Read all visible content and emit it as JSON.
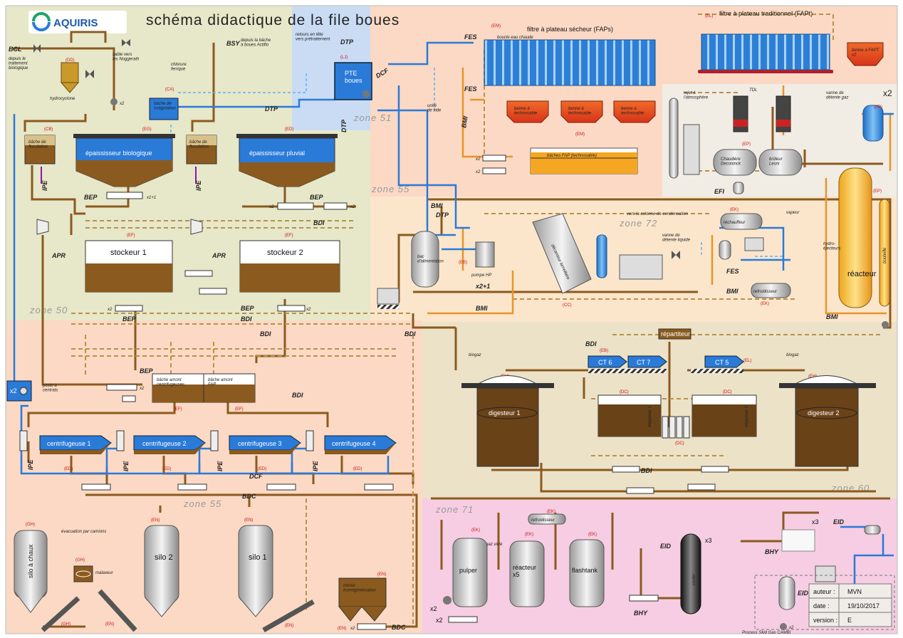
{
  "header": {
    "logo_text": "AQUIRIS",
    "title": "schéma didactique de la file boues"
  },
  "zones": {
    "z51": "zone 51",
    "z55a": "zone 55",
    "z50": "zone 50",
    "z72": "zone 72",
    "z60": "zone 60",
    "z55b": "zone 55",
    "z71": "zone 71"
  },
  "equipment": {
    "pte_boues": "PTE\nboues",
    "bache_coag": "bâche de\ncoagulation",
    "bache_floc1": "bâche de\nfloculation",
    "bache_floc2": "bâche de\nfloculation",
    "epais_bio": "épaississeur biologique",
    "epais_pluv": "épaississeur pluvial",
    "stockeur1": "stockeur 1",
    "stockeur2": "stockeur 2",
    "bac_alim": "bac\nd'alimentation",
    "pompe_hp": "pompe HP",
    "decanteur": "décanteur lamellaire",
    "fap_title": "filtre à plateau sécheur (FAPs)",
    "fapt_title": "filtre à plateau traditionnel (FAPt)",
    "benne1": "benne à\ntechnosable",
    "benne2": "benne à\ntechnosable",
    "benne3": "benne à\ntechnosable",
    "benne_fapt": "benne à FAPT\nx2",
    "baches_fap": "bâches FAP (technosable)",
    "chaudiere": "Chaudière\nDeconinck",
    "bruleur": "brûleur\nLesni",
    "reacteur": "réacteur",
    "rechauffeur": "réchauffeur",
    "refroidisseur": "refroidisseur",
    "bouteille": "bouteille",
    "hydro_ejecteurs": "hydro-\néjecteurs",
    "repartiteur": "répartiteur",
    "digesteur1": "digesteur 1",
    "digesteur2": "digesteur 2",
    "degazeur1": "dégazeur 1",
    "degazeur2": "dégazeur 2",
    "ct6": "CT 6",
    "ct7": "CT 7",
    "ct5": "CT 5",
    "bache_amont_cent": "bâche amont\ncentrifugeuses",
    "bache_amont_fap": "bâche amont\nFAP",
    "centri1": "centrifugeuse 1",
    "centri2": "centrifugeuse 2",
    "centri3": "centrifugeuse 3",
    "centri4": "centrifugeuse 4",
    "silo_chaux": "silo à chaux",
    "malaxeur": "malaxeur",
    "silo2": "silo 2",
    "silo1": "silo 1",
    "tremie": "trémie\nhomogénéisation",
    "pulper": "pulper",
    "reacteur_x5": "réacteur\nx5",
    "flashtank": "flashtank",
    "cooler": "cooler",
    "refroidisseur_k": "refroidisseur",
    "poste_centrats": "poste à\ncentrats",
    "hydrocyclone": "hydrocyclone"
  },
  "labels": {
    "bcl": "BCL",
    "bcl_desc": "depuis le\ntraitement\nbiologique",
    "sable": "sable vers\nles Noggerath",
    "chlorure": "chlorure\nferrique",
    "bsy": "BSY",
    "bsy_desc": "depuis la bâche\nà boues Actiflo",
    "retours": "retours en tête\nvers prétraitement",
    "dtp": "DTP",
    "dcf": "DCF",
    "fes": "FES",
    "bmi": "BMI",
    "bep": "BEP",
    "bdi": "BDI",
    "apr": "APR",
    "ipe": "IPE",
    "bdc": "BDC",
    "bhy": "BHY",
    "eid": "EID",
    "efi": "EFI",
    "unite_vide": "unité\nde vide",
    "rejet_atm": "rejet à\nl'atmosphère",
    "tdl": "TDL",
    "vanne_detente": "vanne de\ndétente liquide",
    "vanne_gaz": "vanne de\ndétente gaz",
    "vapeur": "vapeur",
    "biogaz": "biogaz",
    "evac_camions": "évacuation par camions",
    "gaz_vicie": "gaz vicié",
    "vers_colonne": "vers la colonne de condensation",
    "x2": "x2",
    "x3": "x3",
    "x2plus1": "x2+1",
    "x1plus1": "x1+1",
    "boucle": "boucle eau chaude"
  },
  "tags": {
    "dd": "(DD)",
    "ca": "(CA)",
    "cb": "(CB)",
    "eg": "(EG)",
    "ed": "(ED)",
    "lj": "(LJ)",
    "em": "(EM)",
    "el": "(EL)",
    "ep": "(EP)",
    "ef": "(EF)",
    "eb": "(EB)",
    "cc": "(CC)",
    "ek": "(EK)",
    "eh": "(EH)",
    "dc": "(DC)",
    "gh": "(GH)",
    "en": "(EN)"
  },
  "cartouche": {
    "auteur_label": "auteur :",
    "auteur_value": "MVN",
    "date_label": "date :",
    "date_value": "19/10/2017",
    "version_label": "version :",
    "version_value": "E",
    "footer": "Process Skid Gas CAMBI"
  },
  "colors": {
    "sludge_brown": "#8b5a1e",
    "dashed_tan": "#b8924a",
    "orange_line": "#e89428",
    "blue_line": "#2a7ad8",
    "zone_green": "#e6e6c8",
    "zone_peach": "#fbd9c4",
    "zone_blue": "#c9dcf4",
    "zone_orange": "#fbe6cc",
    "zone_pink": "#f6cde2",
    "zone_tan": "#ece2c8"
  }
}
